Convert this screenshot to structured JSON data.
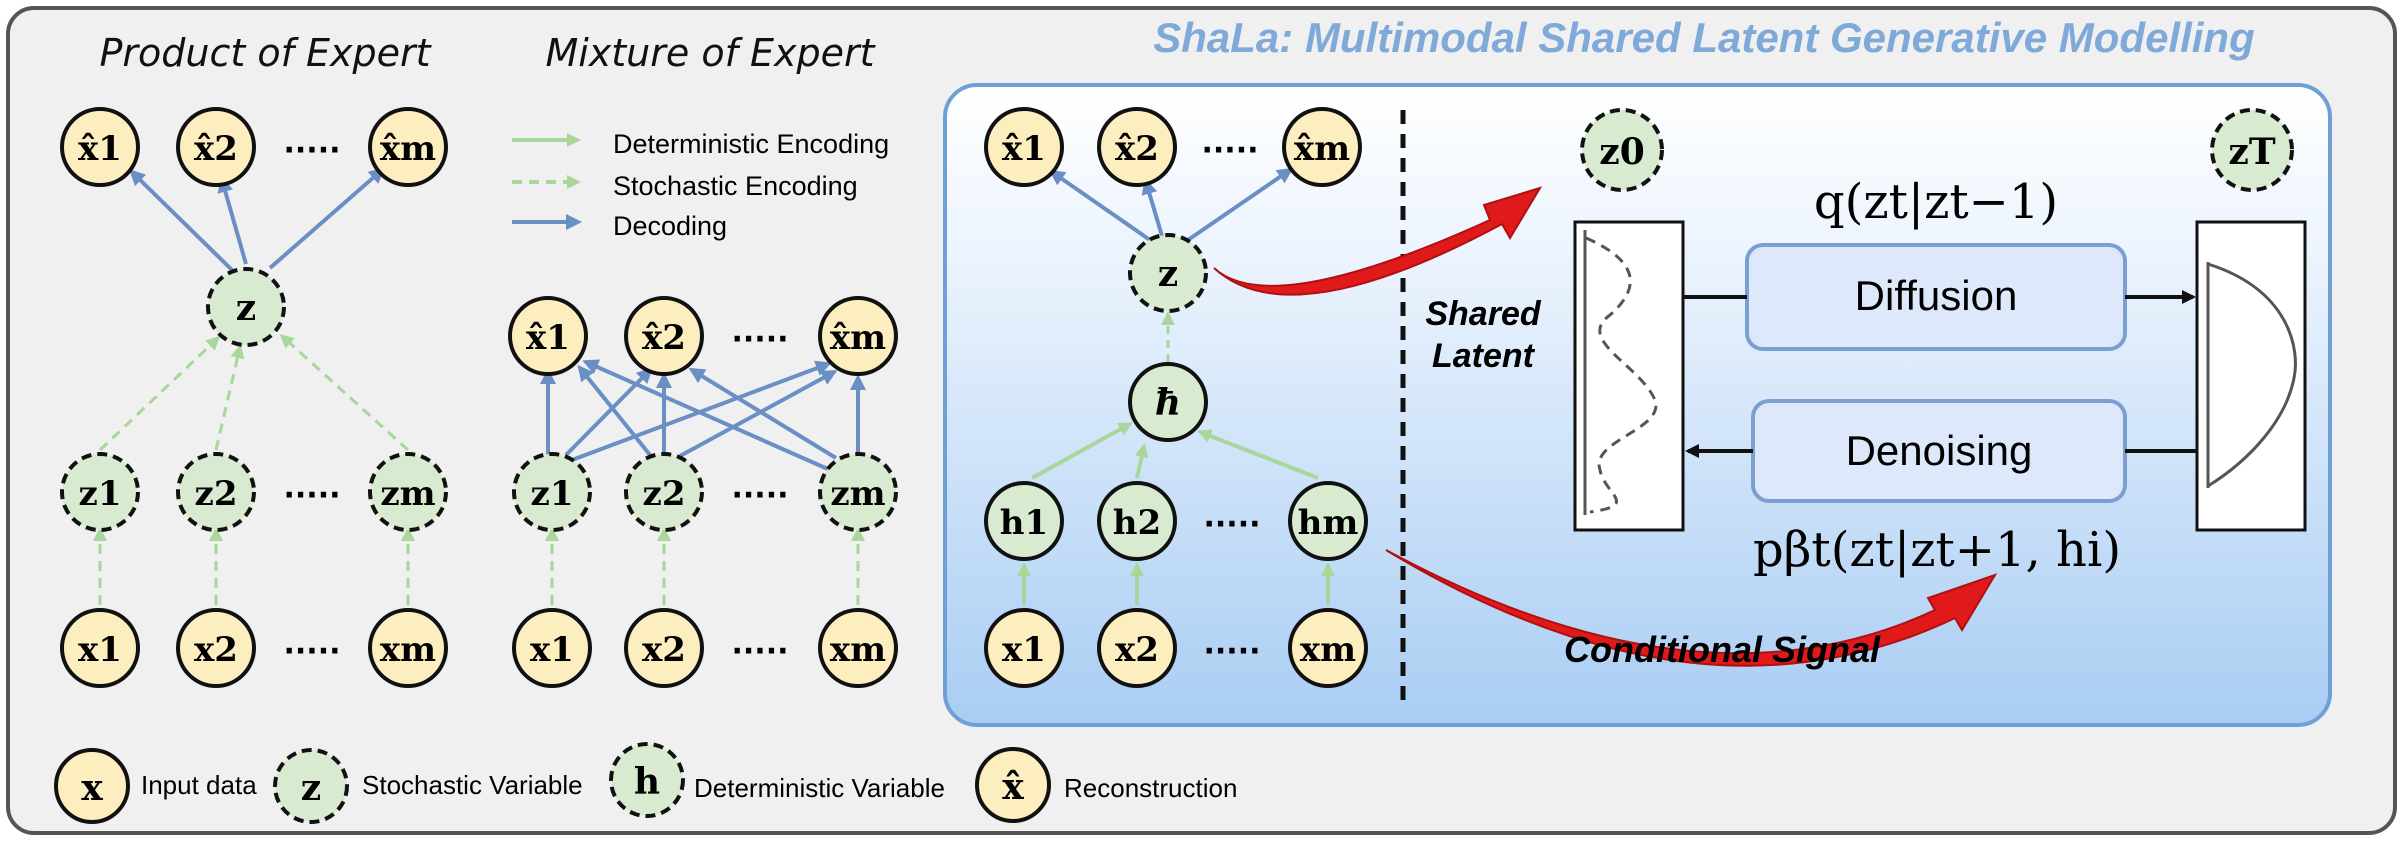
{
  "colors": {
    "frame_bg": "#f0f0f0",
    "frame_border": "#555555",
    "title_blue": "#7fa9d9",
    "panel_grad_top": "#ffffff",
    "panel_grad_bottom": "#a9cdf3",
    "panel_border": "#6f9fd7",
    "recon_fill": "#fdeec0",
    "latent_fill": "#d8ebd1",
    "encode_green": "#a8d69b",
    "decode_blue": "#6a8fc4",
    "signal_red": "#e0191b",
    "box_fill": "#dde9fb",
    "box_stroke": "#7c9fd2"
  },
  "panels": {
    "poe_title": "Product of Expert",
    "moe_title": "Mixture of Expert",
    "shala_title": "ShaLa: Multimodal Shared Latent Generative Modelling"
  },
  "legend_arrows": [
    {
      "label": "Deterministic Encoding",
      "style": "solid-green"
    },
    {
      "label": "Stochastic Encoding",
      "style": "dashed-green"
    },
    {
      "label": "Decoding",
      "style": "solid-blue"
    }
  ],
  "nodes": {
    "x_hat_1": "x̂1",
    "x_hat_2": "x̂2",
    "x_hat_m": "x̂m",
    "z": "z",
    "z1": "z1",
    "z2": "z2",
    "zm": "zm",
    "x1": "x1",
    "x2": "x2",
    "xm": "xm",
    "h1": "h1",
    "h2": "h2",
    "hm": "hm",
    "hbar": "ħ",
    "z0": "z0",
    "zT": "zT",
    "dots": "·····"
  },
  "diffusion": {
    "shared_latent_1": "Shared",
    "shared_latent_2": "Latent",
    "diffusion_label": "Diffusion",
    "denoising_label": "Denoising",
    "forward_eq": "q(zt|zt−1)",
    "reverse_eq": "pβt(zt|zt+1, hi)",
    "conditional_signal": "Conditional Signal"
  },
  "bottom_legend": [
    {
      "symbol": "x",
      "label": "Input data",
      "kind": "input"
    },
    {
      "symbol": "z",
      "label": "Stochastic Variable",
      "kind": "stochastic"
    },
    {
      "symbol": "h",
      "label": "Deterministic Variable",
      "kind": "deterministic"
    },
    {
      "symbol": "x̂",
      "label": "Reconstruction",
      "kind": "reconstruction"
    }
  ]
}
